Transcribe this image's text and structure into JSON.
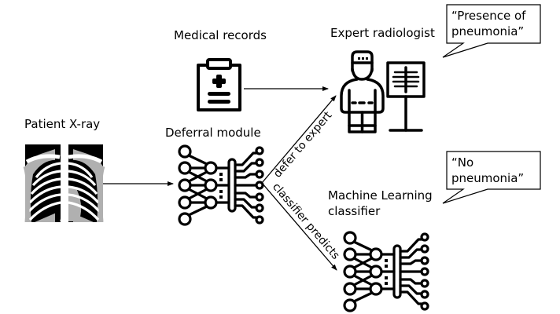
{
  "nodes": {
    "xray": {
      "label": "Patient X-ray",
      "icon": "chest-xray-icon"
    },
    "records": {
      "label": "Medical records",
      "icon": "clipboard-medical-icon"
    },
    "deferral": {
      "label": "Deferral module",
      "icon": "neural-network-icon"
    },
    "expert": {
      "label": "Expert radiologist",
      "icon": "radiologist-icon"
    },
    "classifier": {
      "label_line1": "Machine Learning",
      "label_line2": "classifier",
      "icon": "neural-network-icon"
    }
  },
  "edges": {
    "defer": {
      "label": "defer to expert"
    },
    "predict": {
      "label": "classifier predicts"
    }
  },
  "bubbles": {
    "expert": {
      "line1": "“Presence of",
      "line2": "pneumonia”"
    },
    "classifier": {
      "line1": "“No",
      "line2": "pneumonia”"
    }
  },
  "colors": {
    "ink": "#000000",
    "xray_gray": "#b0b0b0",
    "background": "#ffffff"
  }
}
